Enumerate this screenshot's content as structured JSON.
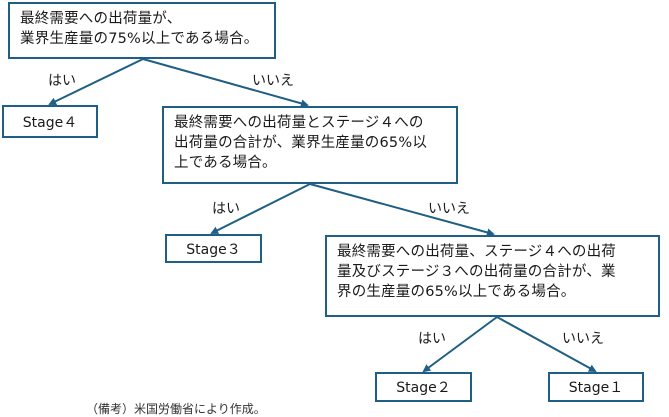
{
  "nodes": {
    "q1": "最終需要への出荷量が、\n業界生産量の75%以上である場合。",
    "q2": "最終需要への出荷量とステージ４への\n出荷量の合計が、業界生産量の65%以\n上である場合。",
    "q3": "最終需要への出荷量、ステージ４への出荷\n量及びステージ３への出荷量の合計が、業\n界の生産量の65%以上である場合。",
    "stage4": "Stage４",
    "stage3": "Stage３",
    "stage2": "Stage２",
    "stage1": "Stage１"
  },
  "edges": {
    "yes": "はい",
    "no": "いいえ"
  },
  "note": "（備考）米国労働省により作成。",
  "colors": {
    "line": "#1f5f85"
  }
}
